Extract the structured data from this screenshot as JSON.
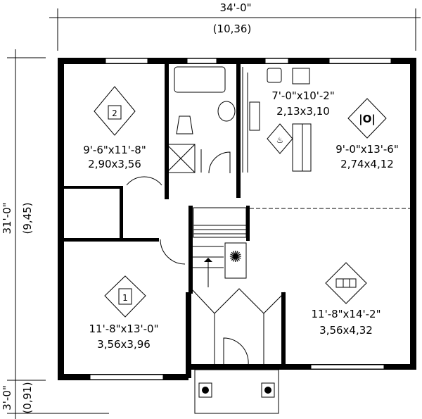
{
  "dimensions": {
    "width_imperial": "34'-0\"",
    "width_metric": "(10,36)",
    "depth_imperial": "31'-0\"",
    "depth_metric": "(9,45)",
    "porch_imperial": "3'-0\"",
    "porch_metric": "(0,91)"
  },
  "rooms": [
    {
      "icon": "bedroom-2-icon",
      "icon_text": "2",
      "imperial": "9'-6\"x11'-8\"",
      "metric": "2,90x3,56"
    },
    {
      "icon": "kitchen-icon",
      "imperial": "7'-0\"x10'-2\"",
      "metric": "2,13x3,10"
    },
    {
      "icon": "dining-icon",
      "imperial": "9'-0\"x13'-6\"",
      "metric": "2,74x4,12"
    },
    {
      "icon": "bedroom-1-icon",
      "icon_text": "1",
      "imperial": "11'-8\"x13'-0\"",
      "metric": "3,56x3,96"
    },
    {
      "icon": "living-room-sofa-icon",
      "imperial": "11'-8\"x14'-2\"",
      "metric": "3,56x4,32"
    }
  ]
}
